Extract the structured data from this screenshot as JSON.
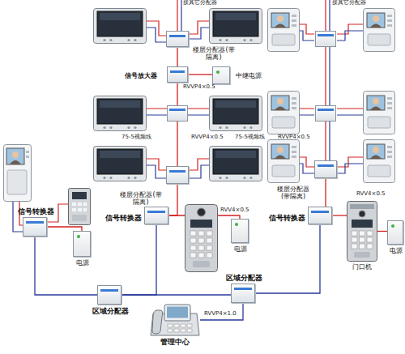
{
  "diagram": {
    "nodes": [
      {
        "text": [
          "楼层分配器(带隔离)"
        ]
      },
      {
        "text": [
          "信号放大器"
        ]
      },
      {
        "text": [
          "中继电源"
        ]
      },
      {
        "text": [
          "楼层分配器(带隔离)"
        ]
      },
      {
        "text": [
          "楼层分配器(带隔离)"
        ]
      },
      {
        "text": [
          "信号转换器"
        ]
      },
      {
        "text": [
          "电源"
        ]
      },
      {
        "text": [
          "信号转换器"
        ]
      },
      {
        "text": [
          "电源"
        ]
      },
      {
        "text": [
          "信号转换器"
        ]
      },
      {
        "text": [
          "电源"
        ]
      },
      {
        "text": [
          "门口机"
        ]
      },
      {
        "text": [
          "区域分配器"
        ]
      },
      {
        "text": [
          "区域分配器"
        ]
      },
      {
        "text": [
          "管理中心"
        ]
      }
    ],
    "edges": [
      {
        "from": 0,
        "to": 1,
        "arrow": "none"
      },
      {
        "from": 1,
        "to": 2,
        "arrow": "none"
      },
      {
        "from": 1,
        "to": 3,
        "arrow": "none"
      },
      {
        "from": 3,
        "to": 7,
        "arrow": "none"
      },
      {
        "from": 7,
        "to": 8,
        "label": "RVV4×0.5",
        "arrow": "none"
      },
      {
        "from": 4,
        "to": 9,
        "arrow": "none"
      },
      {
        "from": 9,
        "to": 11,
        "arrow": "none"
      },
      {
        "from": 11,
        "to": 10,
        "label": "RVV4×0.5",
        "arrow": "none"
      },
      {
        "from": 5,
        "to": 6,
        "arrow": "none"
      },
      {
        "from": 5,
        "to": 12,
        "arrow": "none"
      },
      {
        "from": 12,
        "to": 13,
        "arrow": "none"
      },
      {
        "from": 7,
        "to": 12,
        "arrow": "none"
      },
      {
        "from": 9,
        "to": 13,
        "arrow": "none"
      },
      {
        "from": 14,
        "to": 13,
        "label": "RVVP4×1.0",
        "arrow": "none"
      }
    ],
    "labels": [
      "接其它分配器",
      "接其它分配器",
      "RVVP4×0.5",
      "75-5视频线",
      "RVVP4×0.5",
      "75-5视频线",
      "RVVP4×0.5"
    ]
  }
}
